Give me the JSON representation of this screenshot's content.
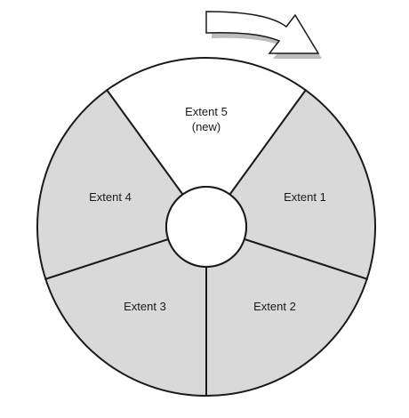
{
  "diagram": {
    "segments": [
      {
        "id": "extent-1",
        "lines": [
          "Extent 1"
        ],
        "state": "existing"
      },
      {
        "id": "extent-2",
        "lines": [
          "Extent 2"
        ],
        "state": "existing"
      },
      {
        "id": "extent-3",
        "lines": [
          "Extent 3"
        ],
        "state": "existing"
      },
      {
        "id": "extent-4",
        "lines": [
          "Extent 4"
        ],
        "state": "existing"
      },
      {
        "id": "extent-5",
        "lines": [
          "Extent 5",
          "(new)"
        ],
        "state": "new"
      }
    ],
    "colors": {
      "existing": "#d9d9d9",
      "new": "#ffffff",
      "outline": "#1a1a1a"
    },
    "direction_icon": "clockwise-arrow-icon"
  }
}
